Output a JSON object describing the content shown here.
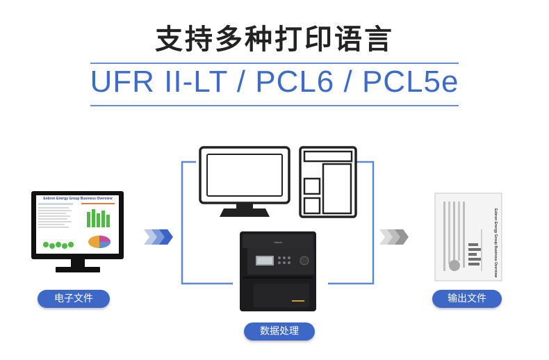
{
  "title": "支持多种打印语言",
  "subtitle": "UFR II-LT / PCL6 / PCL5e",
  "labels": {
    "input": "电子文件",
    "process": "数据处理",
    "output": "输出文件"
  },
  "monitor_screen_title": "Eebron Energy Group Business Overview",
  "document_title": "Eebron Energy Group Business Overview",
  "colors": {
    "accent": "#3e68c8",
    "title_rule": "#6b8fd6",
    "flow_line": "#5b87d4",
    "arrow_blue": "#3a64c6",
    "arrow_gray": "#9a9a9a"
  }
}
